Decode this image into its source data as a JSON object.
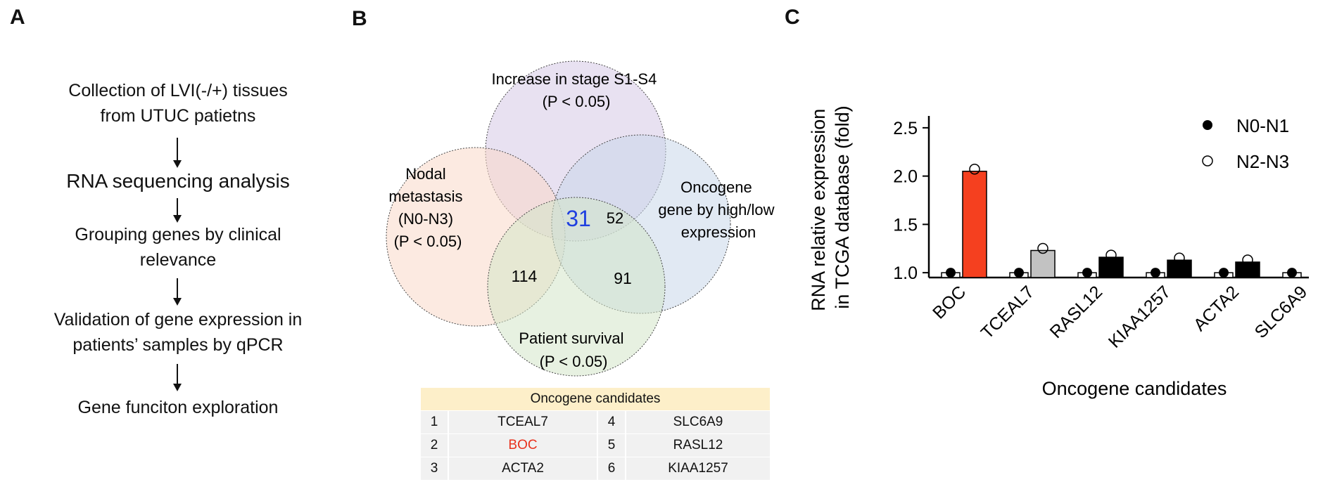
{
  "panels": {
    "a": "A",
    "b": "B",
    "c": "C"
  },
  "flowchart": {
    "steps": [
      {
        "lines": [
          "Collection of LVI(-/+) tissues",
          "from UTUC patietns"
        ]
      },
      {
        "lines": [
          "RNA sequencing analysis"
        ]
      },
      {
        "lines": [
          "Grouping genes by clinical",
          "relevance"
        ]
      },
      {
        "lines": [
          "Validation of gene expression in",
          "patients’ samples by qPCR"
        ]
      },
      {
        "lines": [
          "Gene funciton exploration"
        ]
      }
    ]
  },
  "venn": {
    "sets": [
      {
        "lines": [
          "Increase in stage S1-S4",
          "(P < 0.05)"
        ],
        "color": "#d6c8e6"
      },
      {
        "lines": [
          "Nodal",
          "metastasis",
          "(N0-N3)",
          "(P < 0.05)"
        ],
        "color": "#f9d8c8"
      },
      {
        "lines": [
          "Oncogene",
          "gene by high/low",
          "expression"
        ],
        "color": "#c8d7ea"
      },
      {
        "lines": [
          "Patient survival",
          "(P < 0.05)"
        ],
        "color": "#d3e6c9"
      }
    ],
    "counts": {
      "center": "31",
      "upper_right": "52",
      "lower_left": "114",
      "lower_right": "91"
    },
    "center_color": "#1f3fe0"
  },
  "candidates": {
    "title": "Oncogene candidates",
    "rows": [
      {
        "n1": "1",
        "g1": "TCEAL7",
        "n2": "4",
        "g2": "SLC6A9"
      },
      {
        "n1": "2",
        "g1": "BOC",
        "n2": "5",
        "g2": "RASL12"
      },
      {
        "n1": "3",
        "g1": "ACTA2",
        "n2": "6",
        "g2": "KIAA1257"
      }
    ],
    "highlight_color": "#e8321e"
  },
  "chart_data": {
    "type": "bar",
    "ylabel_lines": [
      "RNA relative expression",
      "in TCGA database (fold)"
    ],
    "xlabel": "Oncogene candidates",
    "categories": [
      "BOC",
      "TCEAL7",
      "RASL12",
      "KIAA1257",
      "ACTA2",
      "SLC6A9"
    ],
    "yticks": [
      "1.0",
      "1.5",
      "2.0",
      "2.5"
    ],
    "ylim": [
      0.95,
      2.55
    ],
    "legend": {
      "placement": "top-right"
    },
    "series": [
      {
        "name": "N0-N1",
        "marker": "filled",
        "values": [
          1.0,
          1.0,
          1.0,
          1.0,
          1.0,
          1.0
        ]
      },
      {
        "name": "N2-N3",
        "marker": "open",
        "values": [
          2.05,
          1.23,
          1.16,
          1.13,
          1.11,
          null
        ]
      }
    ],
    "n2_bar_colors": [
      "#f5401f",
      "#c2c2c2",
      "#000000",
      "#000000",
      "#000000",
      null
    ]
  }
}
